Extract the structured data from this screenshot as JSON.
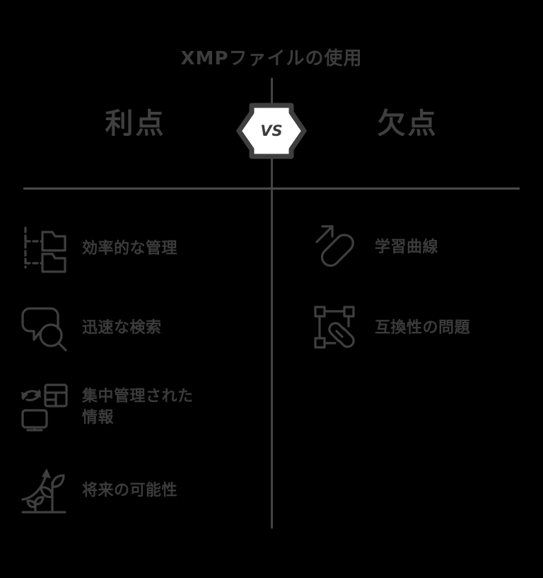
{
  "title": "XMPファイルの使用",
  "center_badge": {
    "label": "VS",
    "icon": "vs-hexagon-badge"
  },
  "columns": {
    "pros": {
      "heading": "利点",
      "items": [
        {
          "label": "効率的な管理",
          "icon": "folder-tree-icon"
        },
        {
          "label": "迅速な検索",
          "icon": "speech-bubble-search-icon"
        },
        {
          "label": "集中管理された\n情報",
          "icon": "server-monitor-sync-icon"
        },
        {
          "label": "将来の可能性",
          "icon": "growth-plant-arrow-icon"
        }
      ]
    },
    "cons": {
      "heading": "欠点",
      "items": [
        {
          "label": "学習曲線",
          "icon": "curved-path-arrow-icon"
        },
        {
          "label": "互換性の問題",
          "icon": "broken-link-nodes-icon"
        }
      ]
    }
  },
  "colors": {
    "background": "#000000",
    "ink": "#3f3f3f",
    "divider": "#4a4a4a",
    "badge_fill": "#ffffff"
  }
}
